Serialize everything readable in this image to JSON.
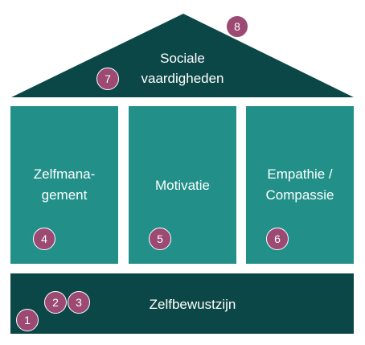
{
  "colors": {
    "roof": "#0c4748",
    "pillars": "#229089",
    "base": "#0c4748",
    "badge": "#9c4a73",
    "text": "#ffffff"
  },
  "roof": {
    "title_line1": "Sociale",
    "title_line2": "vaardigheden"
  },
  "pillars": [
    {
      "line1": "Zelfmana-",
      "line2": "gement"
    },
    {
      "line1": "Motivatie"
    },
    {
      "line1": "Empathie /",
      "line2": "Compassie"
    }
  ],
  "base": {
    "label": "Zelfbewustzijn"
  },
  "badges": [
    "1",
    "2",
    "3",
    "4",
    "5",
    "6",
    "7",
    "8"
  ]
}
